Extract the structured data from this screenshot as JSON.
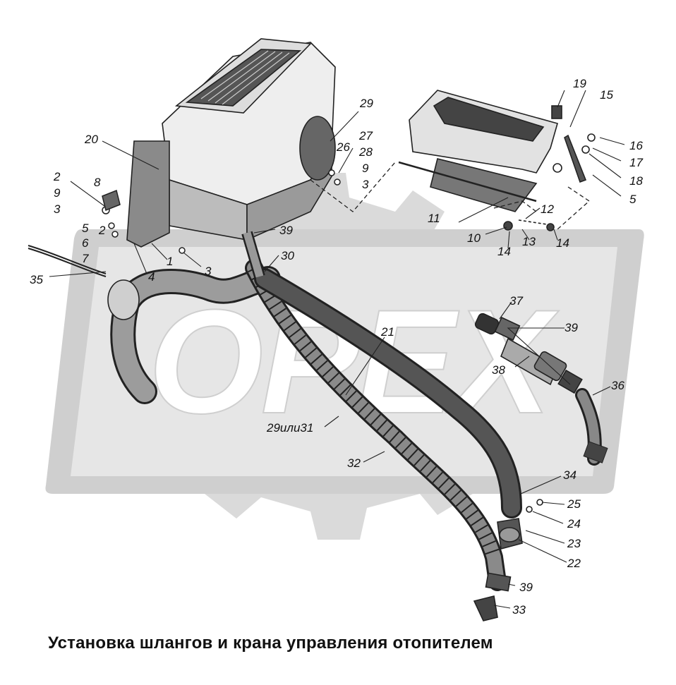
{
  "caption": "Установка шлангов и крана управления отопителем",
  "watermark": {
    "text": "OPEX",
    "color": "#c8c8c8"
  },
  "labels": {
    "l1": "1",
    "l2a": "2",
    "l2b": "2",
    "l3a": "3",
    "l3b": "3",
    "l3c": "3",
    "l4": "4",
    "l5a": "5",
    "l5b": "5",
    "l6": "6",
    "l7": "7",
    "l8": "8",
    "l9a": "9",
    "l9b": "9",
    "l10": "10",
    "l11": "11",
    "l12": "12",
    "l13": "13",
    "l14a": "14",
    "l14b": "14",
    "l15": "15",
    "l16": "16",
    "l17": "17",
    "l18": "18",
    "l19": "19",
    "l20": "20",
    "l21": "21",
    "l22": "22",
    "l23": "23",
    "l24": "24",
    "l25": "25",
    "l26": "26",
    "l27": "27",
    "l28": "28",
    "l29": "29",
    "l29or31": "29или31",
    "l30": "30",
    "l32": "32",
    "l33": "33",
    "l34": "34",
    "l35": "35",
    "l36": "36",
    "l37": "37",
    "l38": "38",
    "l39a": "39",
    "l39b": "39",
    "l39c": "39"
  }
}
